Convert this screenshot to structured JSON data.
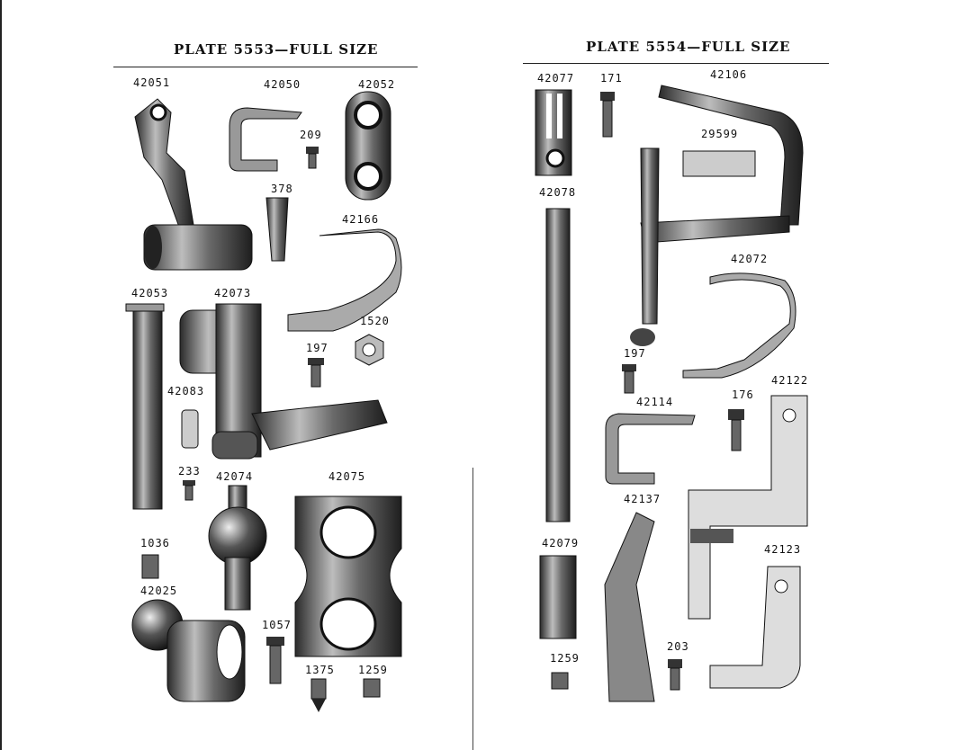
{
  "plates": {
    "left": {
      "title": "PLATE 5553—FULL SIZE",
      "parts": [
        "42051",
        "42050",
        "42052",
        "209",
        "378",
        "42166",
        "42053",
        "42073",
        "1520",
        "197",
        "42083",
        "233",
        "42074",
        "42075",
        "1036",
        "42025",
        "1057",
        "1375",
        "1259"
      ]
    },
    "right": {
      "title": "PLATE 5554—FULL SIZE",
      "parts": [
        "42077",
        "171",
        "42106",
        "29599",
        "42078",
        "42072",
        "197",
        "42122",
        "42114",
        "176",
        "42137",
        "42079",
        "42123",
        "203",
        "1259"
      ]
    }
  }
}
